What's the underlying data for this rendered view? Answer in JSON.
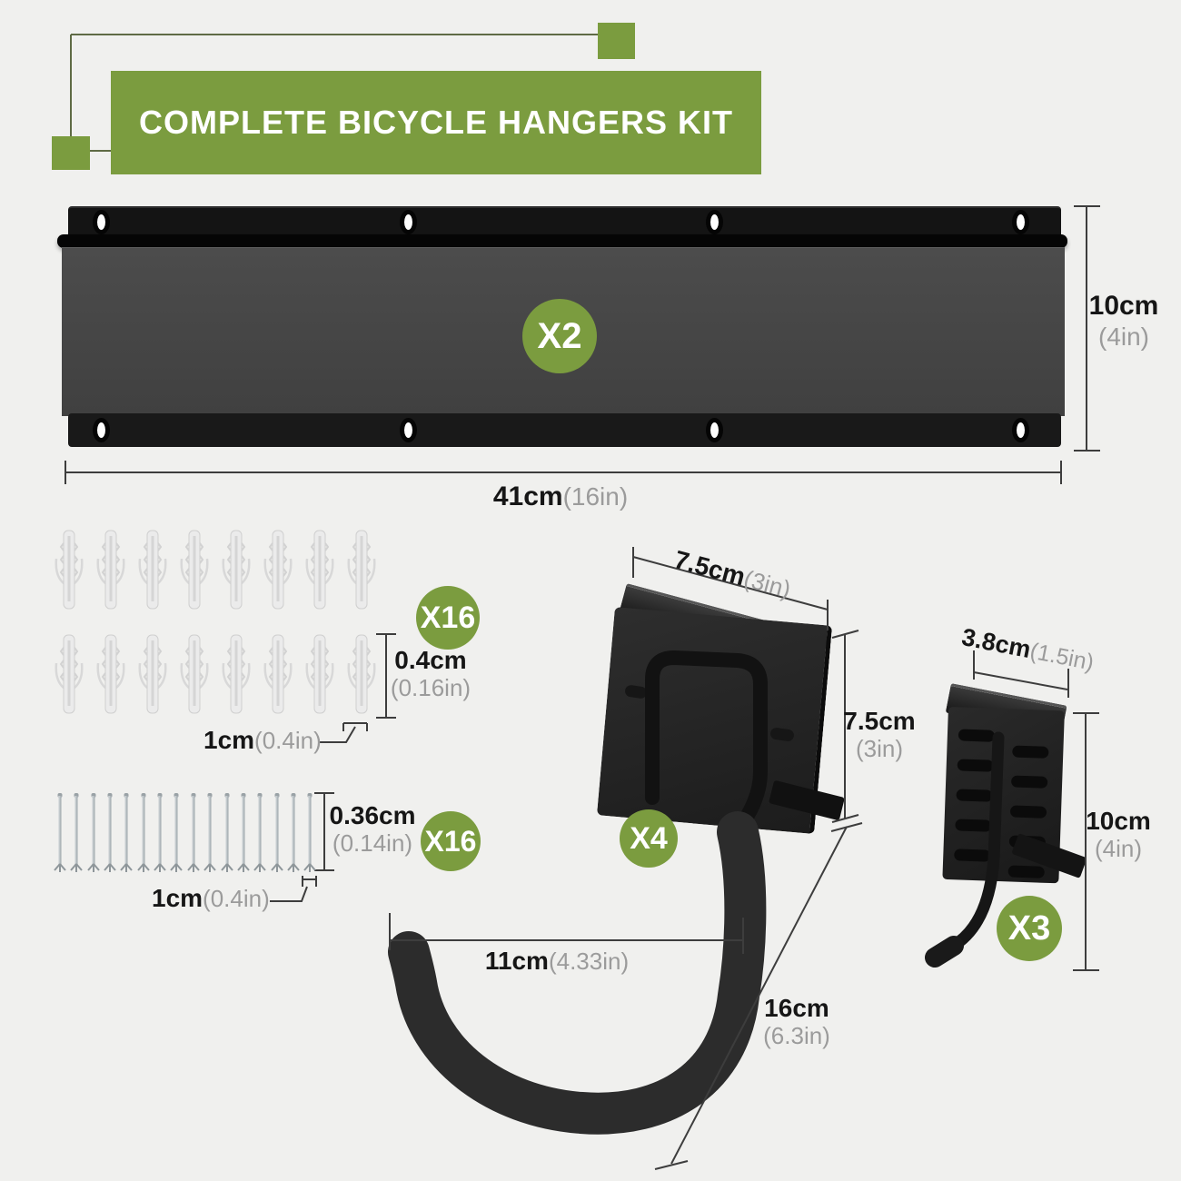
{
  "colors": {
    "accent_green": "#7b9c3f",
    "background": "#f0f0ee",
    "dimension_line": "#3d3d3d",
    "dark_text": "#161616",
    "gray_text": "#9b9b9b"
  },
  "title": {
    "text": "COMPLETE BICYCLE HANGERS KIT"
  },
  "rail": {
    "badge": "X2",
    "holes_per_row": 4,
    "hole_rows": 2,
    "height": {
      "value": "10cm",
      "alt": "(4in)"
    },
    "width": {
      "value": "41cm",
      "alt": "(16in)"
    }
  },
  "anchors": {
    "badge": "X16",
    "count": 16,
    "per_row": 8,
    "diameter": {
      "value": "0.4cm",
      "alt": "(0.16in)"
    },
    "length": {
      "value": "1cm",
      "alt": "(0.4in)"
    }
  },
  "screws": {
    "badge": "X16",
    "count": 16,
    "diameter": {
      "value": "0.36cm",
      "alt": "(0.14in)"
    },
    "length": {
      "value": "1cm",
      "alt": "(0.4in)"
    }
  },
  "big_hook": {
    "badge": "X4",
    "plate_width": {
      "value": "7.5cm",
      "alt": "(3in)"
    },
    "plate_height": {
      "value": "7.5cm",
      "alt": "(3in)"
    },
    "hook_width": {
      "value": "11cm",
      "alt": "(4.33in)"
    },
    "hook_depth": {
      "value": "16cm",
      "alt": "(6.3in)"
    }
  },
  "small_hook": {
    "badge": "X3",
    "width": {
      "value": "3.8cm",
      "alt": "(1.5in)"
    },
    "height": {
      "value": "10cm",
      "alt": "(4in)"
    }
  }
}
